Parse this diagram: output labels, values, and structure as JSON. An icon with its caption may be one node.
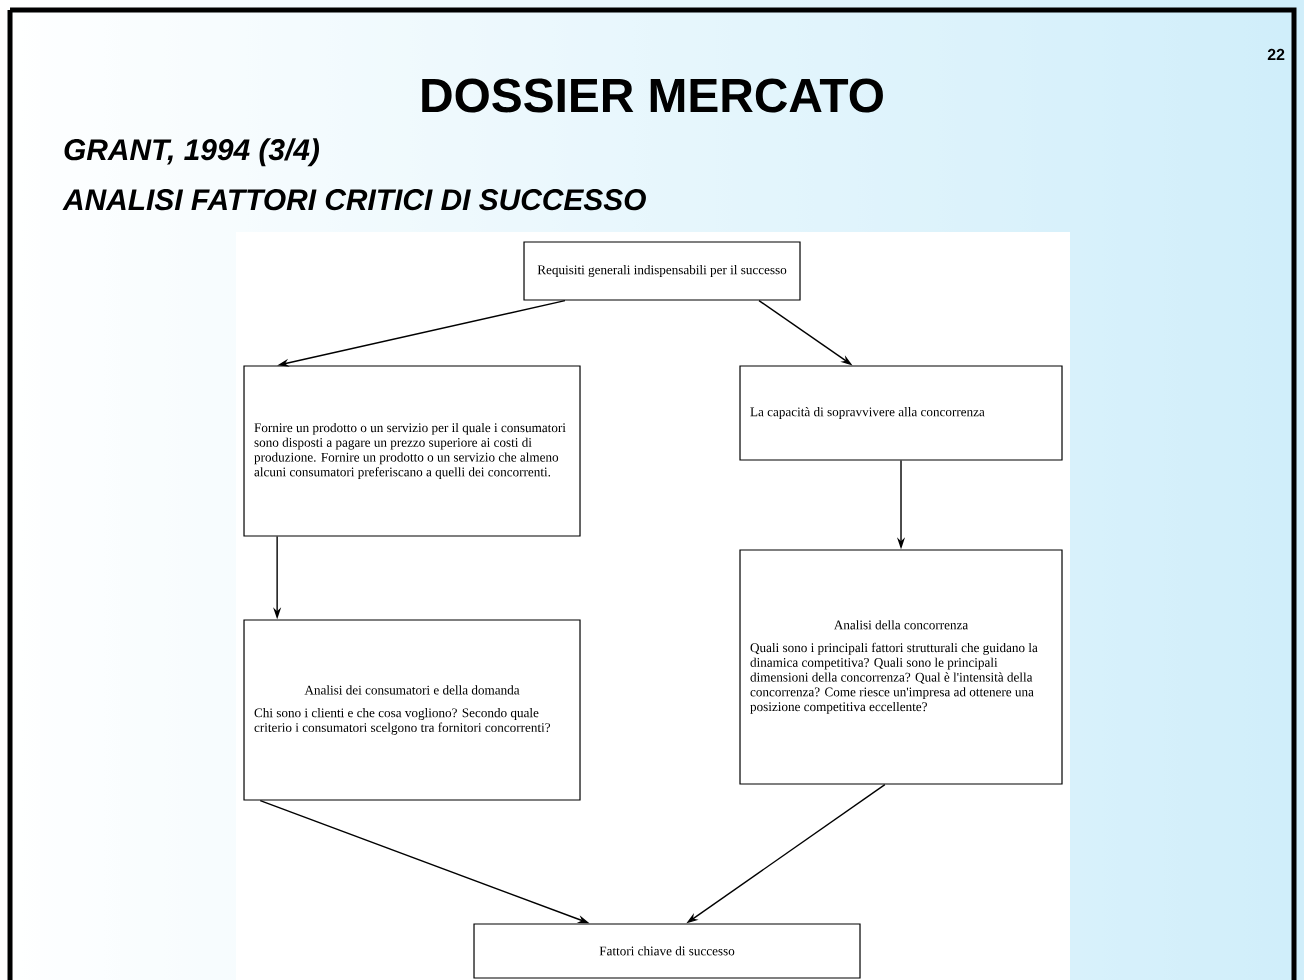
{
  "diagram": {
    "title": "DOSSIER MERCATO",
    "nodes": [
      {
        "text": [
          "Requisiti generali indispensabili per il successo"
        ]
      },
      {
        "text": [
          "Fornire un prodotto o un servizio per il quale i consumatori sono disposti a pagare un prezzo superiore ai costi di produzione. Fornire un prodotto o un servizio che almeno alcuni consumatori preferiscano a quelli dei concorrenti."
        ]
      },
      {
        "text": [
          "La capacità di sopravvivere alla concorrenza"
        ]
      },
      {
        "text": [
          "Analisi dei consumatori e della domanda",
          "Chi sono i clienti e che cosa vogliono? Secondo quale criterio i consumatori scelgono tra fornitori concorrenti?"
        ]
      },
      {
        "text": [
          "Analisi della concorrenza",
          "Quali sono i principali fattori strutturali che guidano la dinamica competitiva? Quali sono le principali dimensioni della concorrenza? Qual è l'intensità della concorrenza? Come riesce un'impresa ad ottenere una posizione competitiva eccellente?"
        ]
      },
      {
        "text": [
          "Fattori chiave di successo"
        ]
      }
    ],
    "edges": [
      {
        "from": 0,
        "to": 1,
        "arrow": "to"
      },
      {
        "from": 0,
        "to": 2,
        "arrow": "to"
      },
      {
        "from": 1,
        "to": 3,
        "arrow": "to"
      },
      {
        "from": 2,
        "to": 4,
        "arrow": "to"
      },
      {
        "from": 3,
        "to": 5,
        "arrow": "to"
      },
      {
        "from": 4,
        "to": 5,
        "arrow": "to"
      }
    ],
    "labels": [
      "22",
      "GRANT, 1994   (3/4)",
      "ANALISI FATTORI CRITICI DI SUCCESSO"
    ]
  }
}
